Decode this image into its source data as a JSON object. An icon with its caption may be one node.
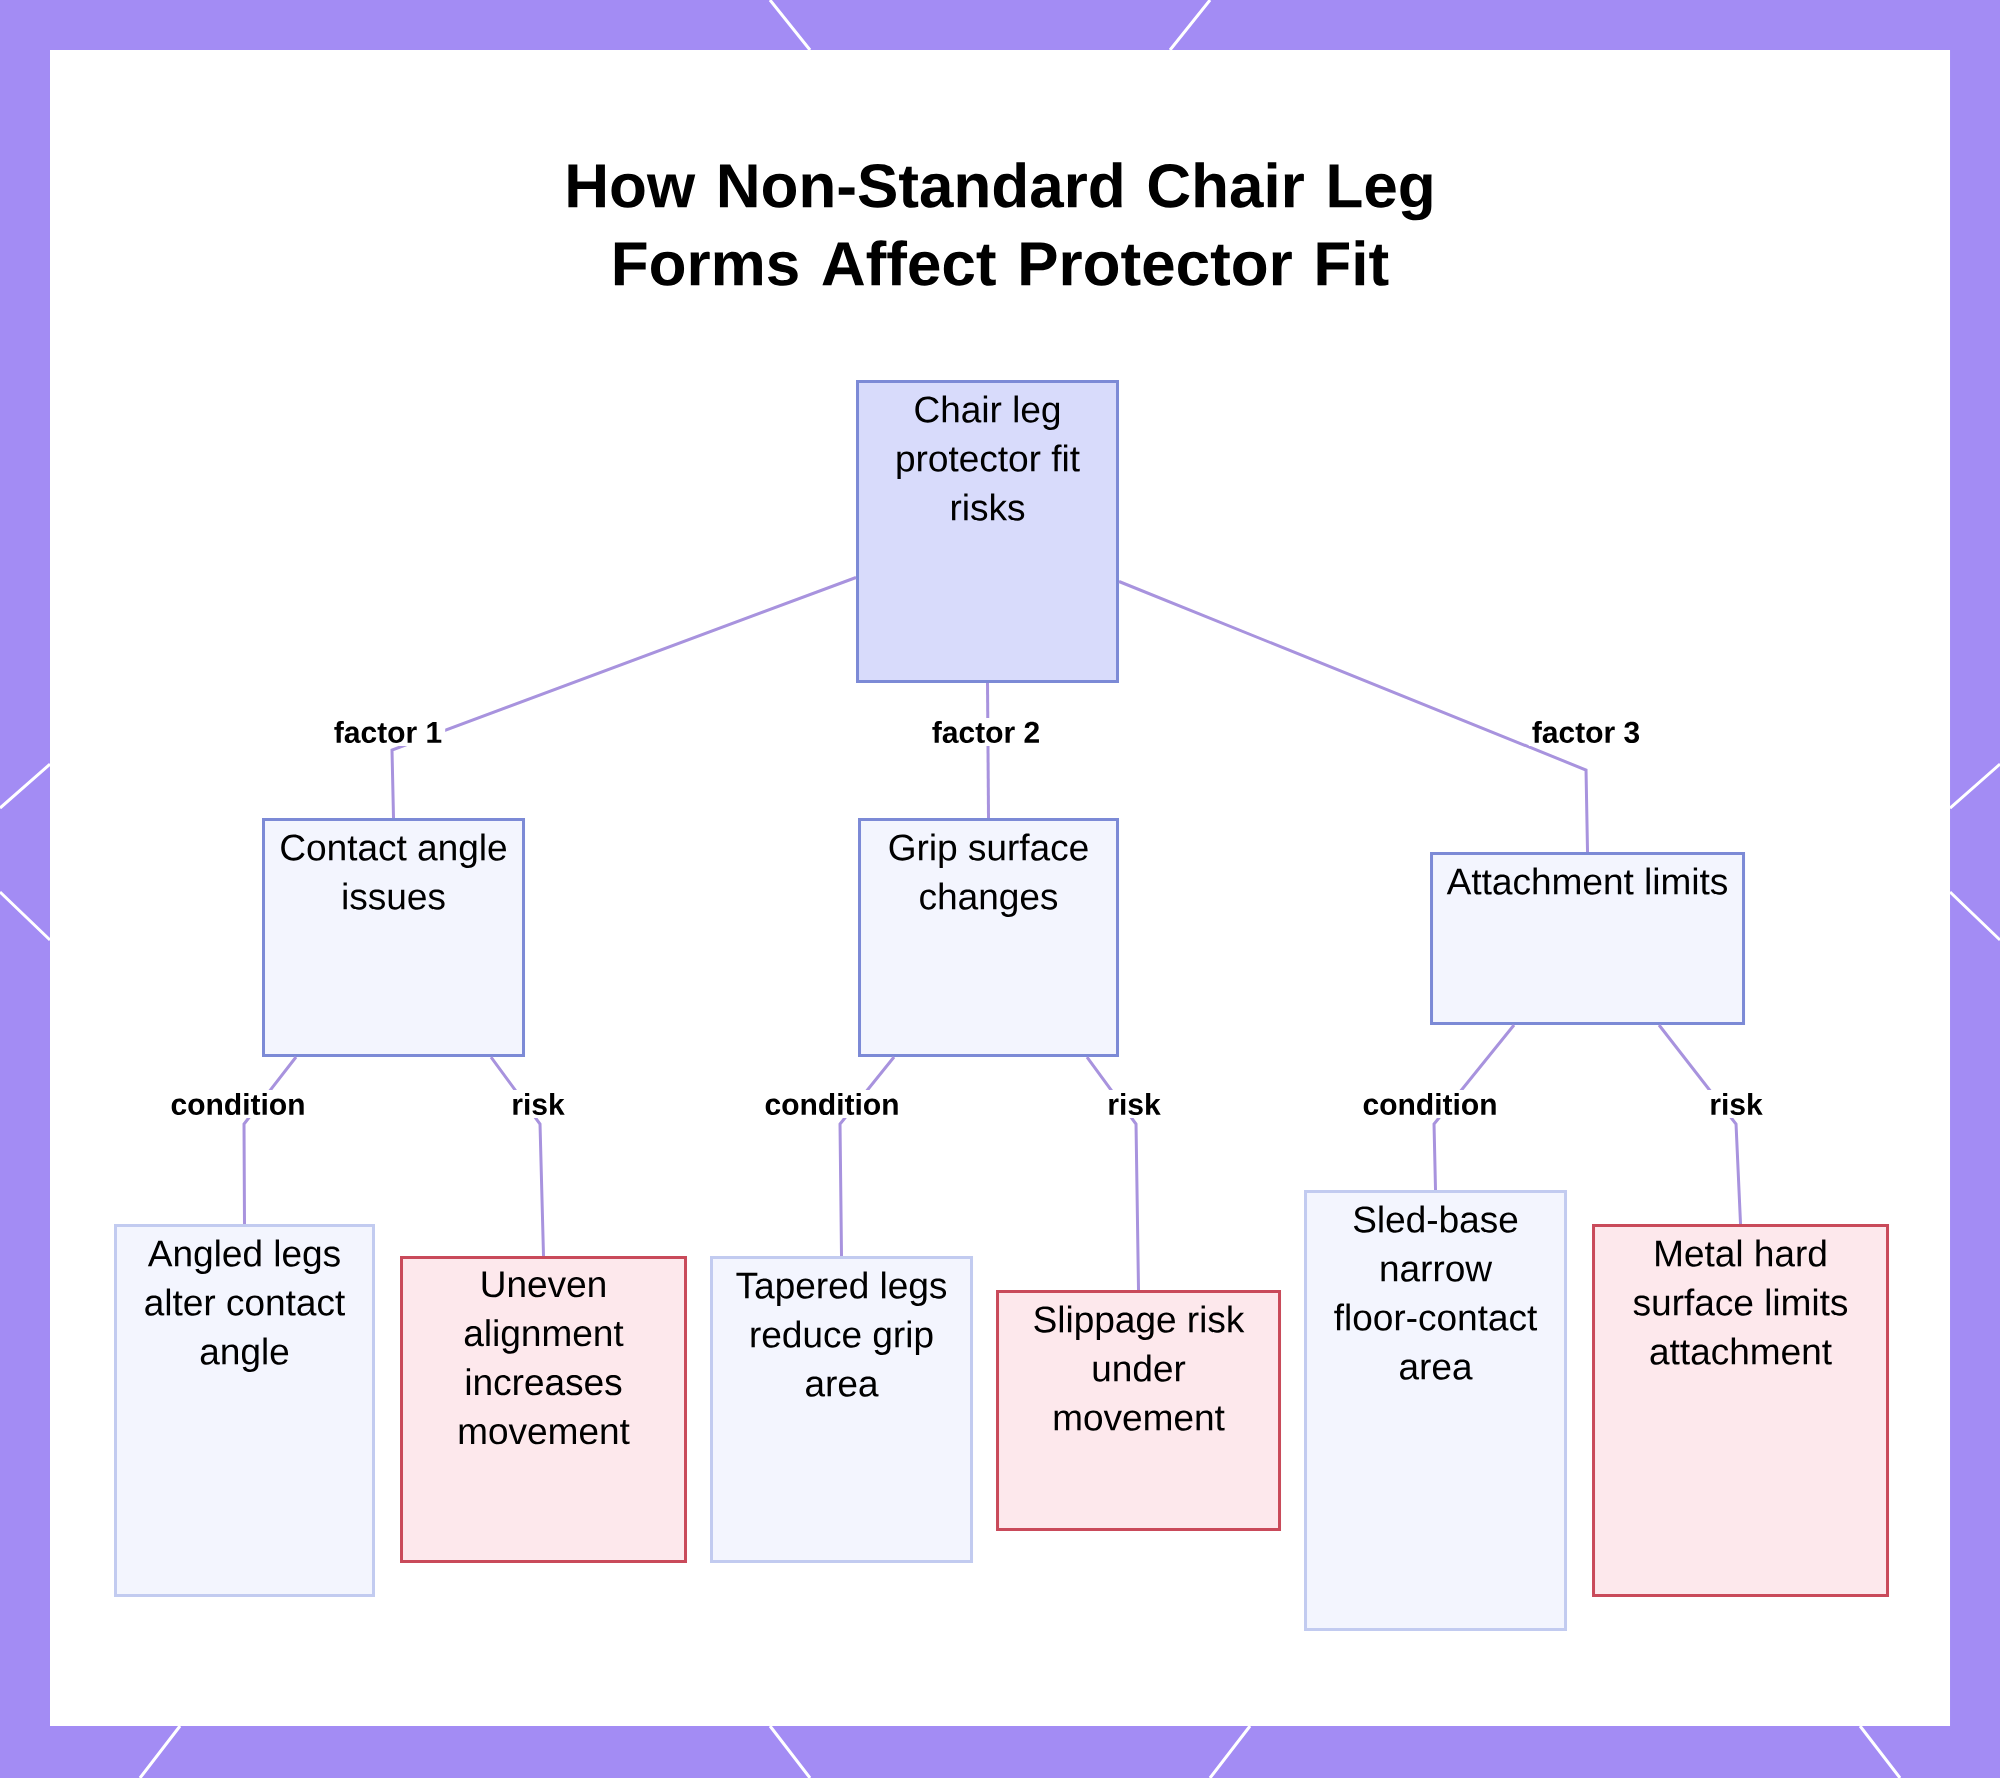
{
  "diagram": {
    "title": "How Non-Standard Chair Leg Forms Affect Protector Fit",
    "nodes": [
      {
        "text": [
          "Chair leg protector fit risks"
        ]
      },
      {
        "text": [
          "Contact angle issues"
        ]
      },
      {
        "text": [
          "Grip surface changes"
        ]
      },
      {
        "text": [
          "Attachment limits"
        ]
      },
      {
        "text": [
          "Angled legs alter contact angle"
        ]
      },
      {
        "text": [
          "Uneven alignment increases movement"
        ]
      },
      {
        "text": [
          "Tapered legs reduce grip area"
        ]
      },
      {
        "text": [
          "Slippage risk under movement"
        ]
      },
      {
        "text": [
          "Sled-base narrow floor-contact area"
        ]
      },
      {
        "text": [
          "Metal hard surface limits attachment"
        ]
      }
    ],
    "edges": [
      {
        "from": 0,
        "to": 1,
        "arrow": "none",
        "label": "factor 1"
      },
      {
        "from": 0,
        "to": 2,
        "arrow": "none",
        "label": "factor 2"
      },
      {
        "from": 0,
        "to": 3,
        "arrow": "none",
        "label": "factor 3"
      },
      {
        "from": 1,
        "to": 4,
        "arrow": "none",
        "label": "condition"
      },
      {
        "from": 1,
        "to": 5,
        "arrow": "none",
        "label": "risk"
      },
      {
        "from": 2,
        "to": 6,
        "arrow": "none",
        "label": "condition"
      },
      {
        "from": 2,
        "to": 7,
        "arrow": "none",
        "label": "risk"
      },
      {
        "from": 3,
        "to": 8,
        "arrow": "none",
        "label": "condition"
      },
      {
        "from": 3,
        "to": 9,
        "arrow": "none",
        "label": "risk"
      }
    ]
  }
}
